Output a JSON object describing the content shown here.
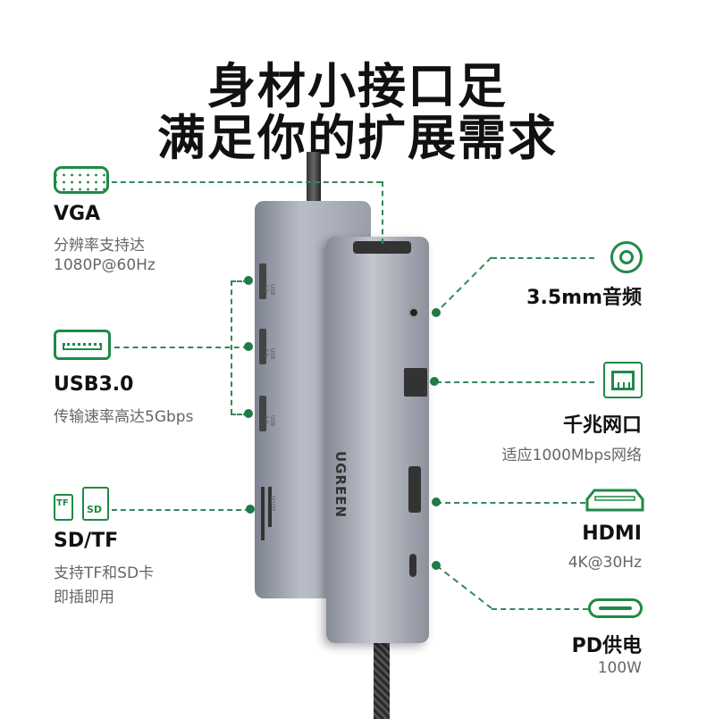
{
  "headline": {
    "line1": "身材小接口足",
    "line2": "满足你的扩展需求"
  },
  "accent_color": "#1f8a45",
  "features_left": [
    {
      "icon": "vga-port-icon",
      "title": "VGA",
      "desc": [
        "分辨率支持达",
        "1080P@60Hz"
      ]
    },
    {
      "icon": "usb-port-icon",
      "title": "USB3.0",
      "desc": [
        "传输速率高达5Gbps"
      ]
    },
    {
      "icon": "sd-tf-card-icon",
      "title": "SD/TF",
      "desc": [
        "支持TF和SD卡",
        "即插即用"
      ],
      "icon_labels": [
        "TF",
        "SD"
      ]
    }
  ],
  "features_right": [
    {
      "icon": "audio-jack-icon",
      "title": "3.5mm音频",
      "desc": []
    },
    {
      "icon": "ethernet-port-icon",
      "title": "千兆网口",
      "desc": [
        "适应1000Mbps网络"
      ]
    },
    {
      "icon": "hdmi-port-icon",
      "title": "HDMI",
      "desc": [
        "4K@30Hz"
      ]
    },
    {
      "icon": "usb-c-port-icon",
      "title": "PD供电",
      "desc": [
        "100W"
      ]
    }
  ],
  "device": {
    "brand": "UGREEN",
    "port_labels": [
      "USB 3.0",
      "USB 3.0",
      "USB 3.0",
      "SD/TF"
    ]
  }
}
